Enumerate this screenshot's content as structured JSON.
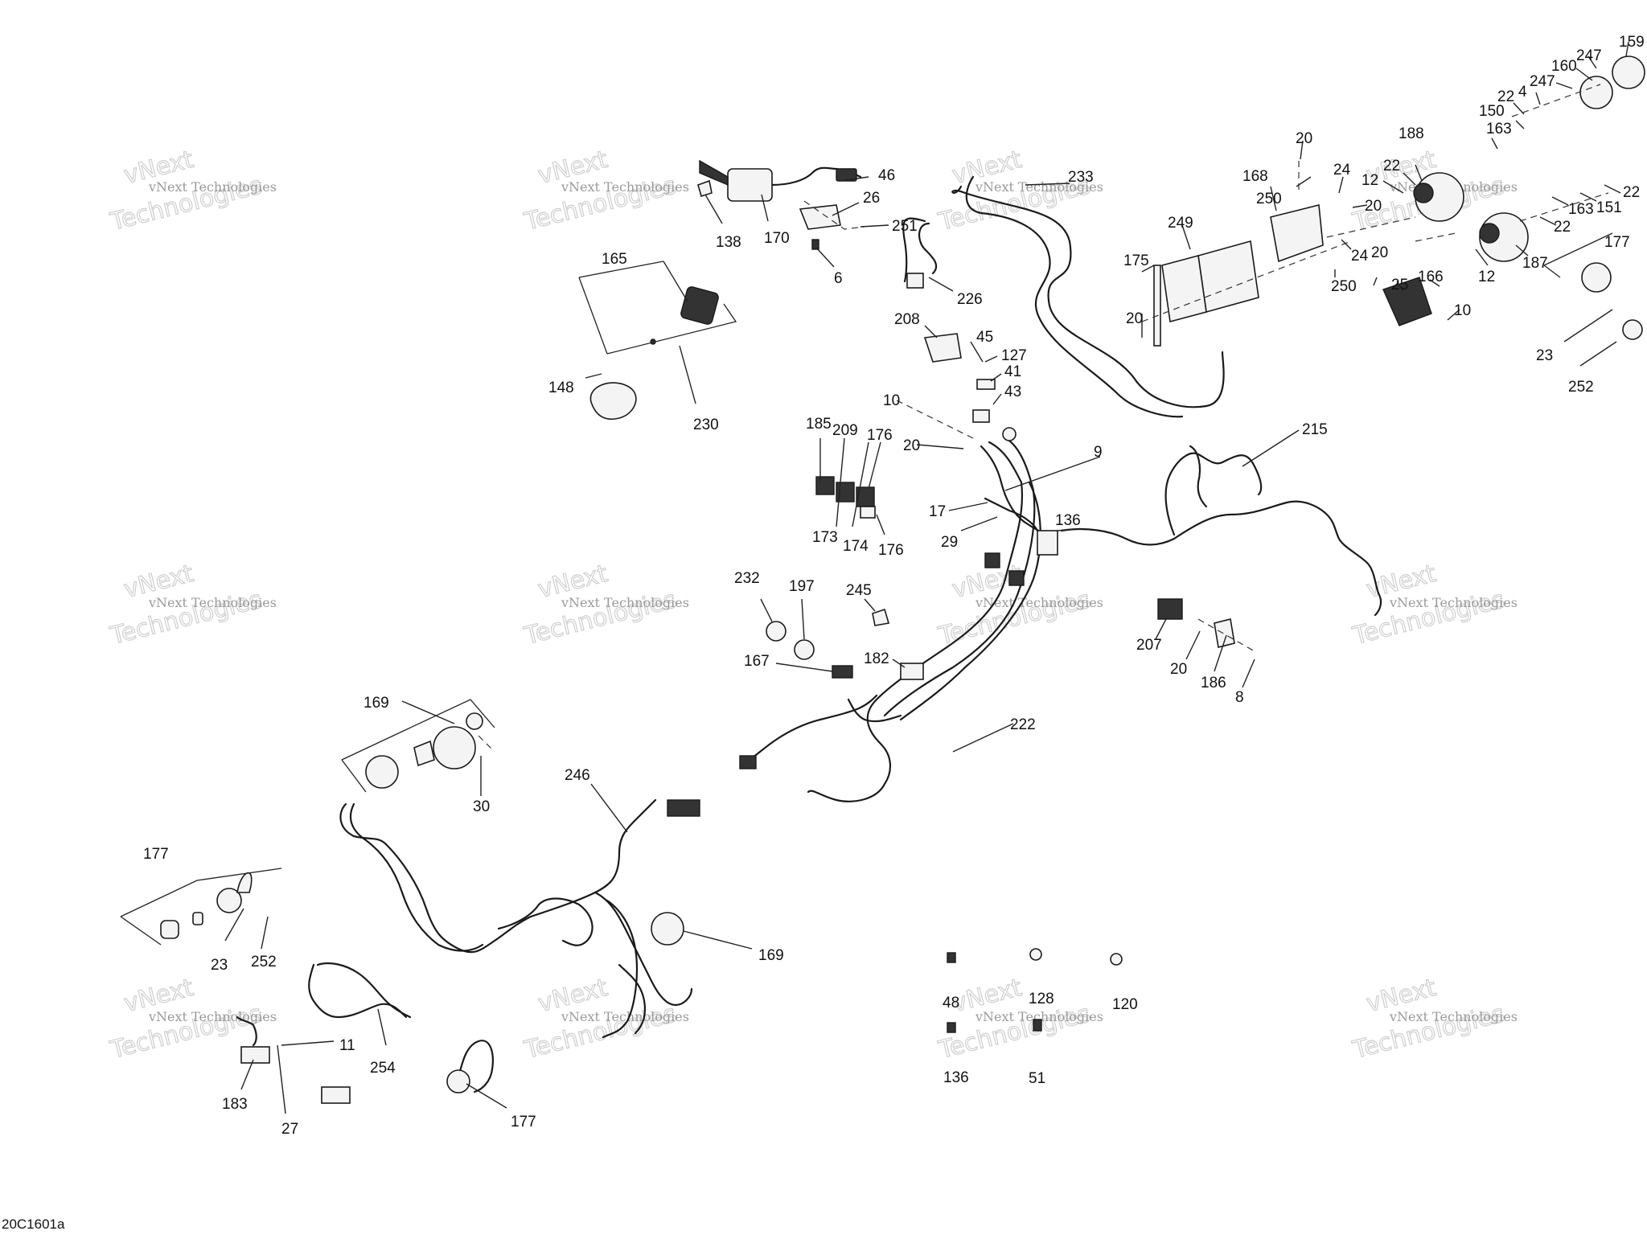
{
  "diagram_ref": "20C1601a",
  "watermark": {
    "line1": "vNext Technologies",
    "line2": "vNext",
    "line3": "Technologies"
  },
  "callouts": {
    "c138": "138",
    "c170": "170",
    "c46": "46",
    "c26": "26",
    "c251": "251",
    "c6": "6",
    "c165": "165",
    "c148": "148",
    "c230": "230",
    "c226": "226",
    "c233": "233",
    "c208": "208",
    "c45": "45",
    "c127": "127",
    "c41": "41",
    "c43": "43",
    "c10a": "10",
    "c20a": "20",
    "c9": "9",
    "c17": "17",
    "c29": "29",
    "c136a": "136",
    "c185": "185",
    "c209": "209",
    "c176a": "176",
    "c173": "173",
    "c174": "174",
    "c176b": "176",
    "c232": "232",
    "c197": "197",
    "c245": "245",
    "c167": "167",
    "c182": "182",
    "c215": "215",
    "c207": "207",
    "c20b": "20",
    "c186": "186",
    "c8": "8",
    "c222": "222",
    "c175": "175",
    "c249": "249",
    "c20c": "20",
    "c250a": "250",
    "c168": "168",
    "c20d": "20",
    "c24a": "24",
    "c20e": "20",
    "c24b": "24",
    "c250b": "250",
    "c20f": "20",
    "c25": "25",
    "c166": "166",
    "c10b": "10",
    "c188": "188",
    "c12a": "12",
    "c22a": "22",
    "c163a": "163",
    "c150": "150",
    "c22b": "22",
    "c4": "4",
    "c247a": "247",
    "c160": "160",
    "c247b": "247",
    "c159": "159",
    "c163b": "163",
    "c151": "151",
    "c22c": "22",
    "c22d": "22",
    "c187": "187",
    "c12b": "12",
    "c177a": "177",
    "c23a": "23",
    "c252a": "252",
    "c169a": "169",
    "c30": "30",
    "c246": "246",
    "c169b": "169",
    "c177b": "177",
    "c23b": "23",
    "c252b": "252",
    "c11": "11",
    "c254": "254",
    "c183": "183",
    "c27": "27",
    "c177c": "177",
    "c48": "48",
    "c128": "128",
    "c120": "120",
    "c136b": "136",
    "c51": "51"
  }
}
